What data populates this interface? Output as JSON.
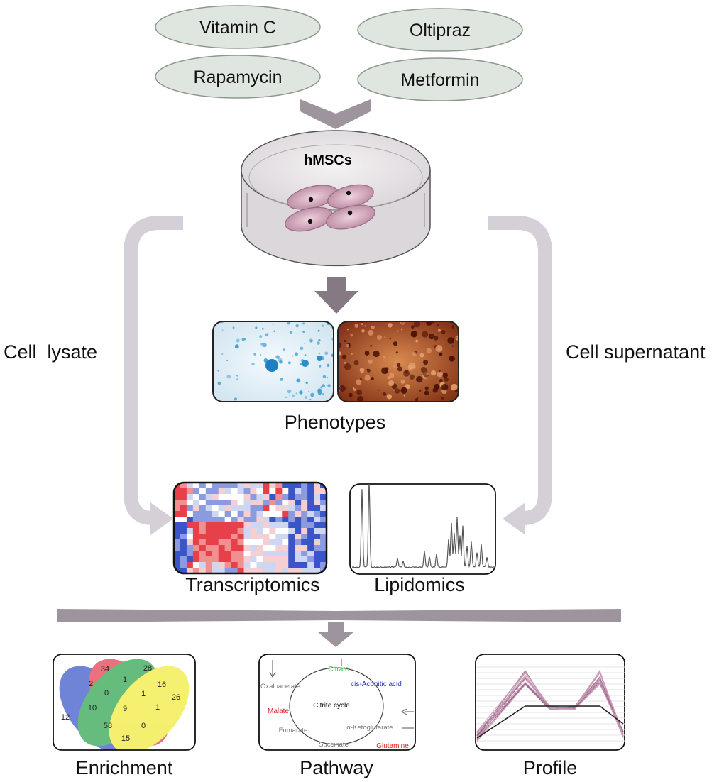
{
  "drugs": [
    "Vitamin C",
    "Oltipraz",
    "Rapamycin",
    "Metformin"
  ],
  "dish_label": "hMSCs",
  "left_branch": "Cell  lysate",
  "right_branch": "Cell supernatant",
  "phenotypes_label": "Phenotypes",
  "omics": {
    "transcriptomics": "Transcriptomics",
    "lipidomics": "Lipidomics"
  },
  "analyses": {
    "enrichment": "Enrichment",
    "pathway": "Pathway",
    "profile": "Profile"
  },
  "venn_numbers": [
    "34",
    "28",
    "16",
    "26",
    "12",
    "2",
    "1",
    "0",
    "1",
    "10",
    "9",
    "1",
    "58",
    "0",
    "15"
  ],
  "pathway": {
    "title": "Citrite cycle",
    "nodes": [
      "Citrate",
      "cis-Aconitic acid",
      "α-Ketoglutarate",
      "Succinate",
      "Fumarate",
      "Malate",
      "Oxaloacetate",
      "Glutamine"
    ]
  },
  "colors": {
    "drug_fill": "#dfe6e0",
    "arrow": "#9e949e",
    "branch_arrow": "#d5d0d8",
    "cell": "#d9aec0",
    "heat_red": "#e8404a",
    "heat_blue": "#3a55c8",
    "citrate": "#2dbb3a",
    "aconitic": "#2233bb",
    "highlight_red": "#e02020"
  }
}
